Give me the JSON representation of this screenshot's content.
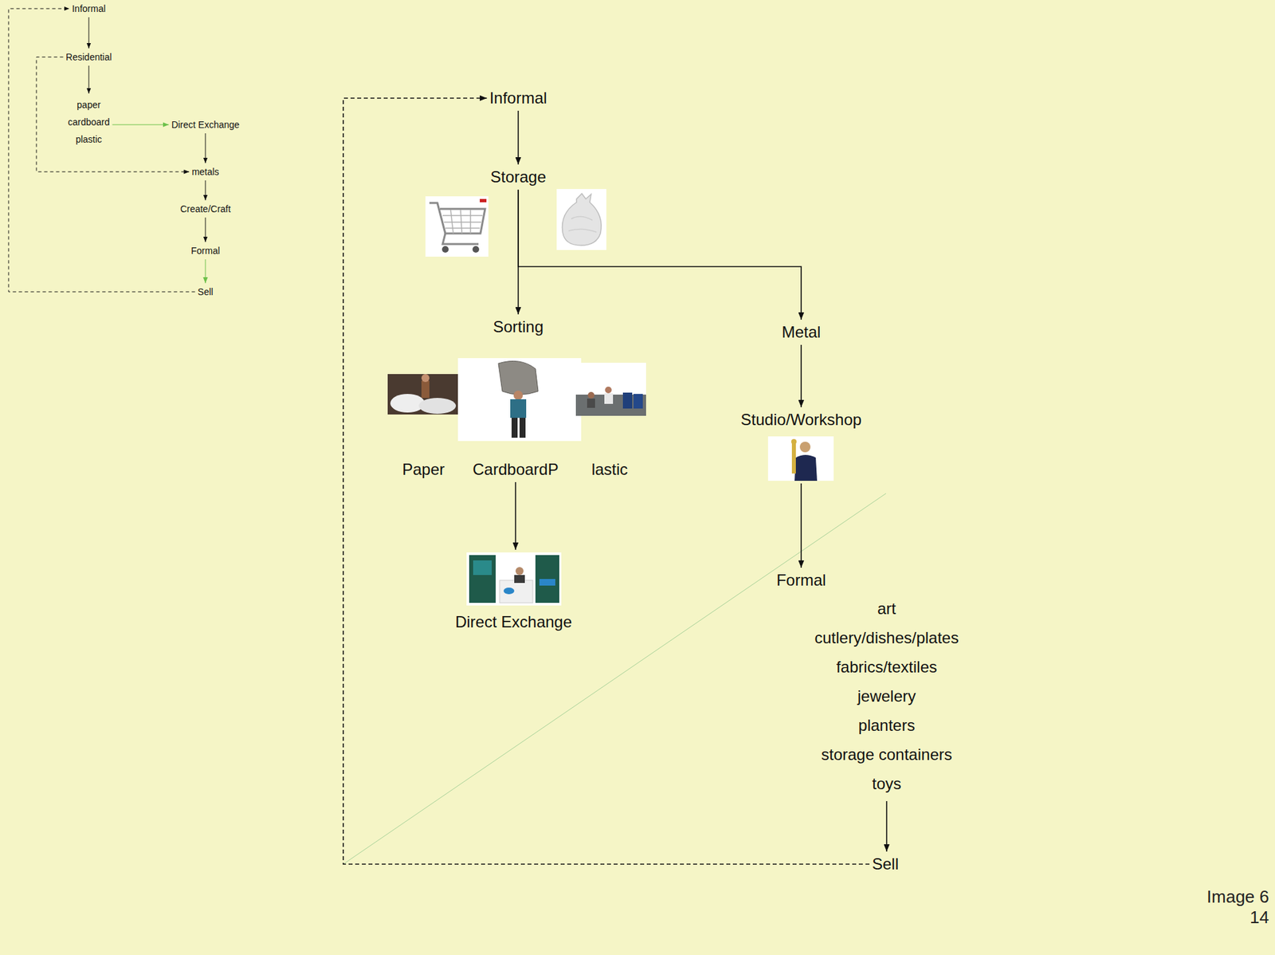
{
  "diagram": {
    "nodes": [
      {
        "text": [
          "Informal"
        ]
      },
      {
        "text": [
          "Residential"
        ]
      },
      {
        "text": [
          "paper",
          "cardboard",
          "plastic"
        ]
      },
      {
        "text": [
          "Direct Exchange"
        ]
      },
      {
        "text": [
          "metals"
        ]
      },
      {
        "text": [
          "Create/Craft"
        ]
      },
      {
        "text": [
          "Formal"
        ]
      },
      {
        "text": [
          "Sell"
        ]
      },
      {
        "text": [
          "Informal"
        ]
      },
      {
        "text": [
          "Storage"
        ]
      },
      {
        "text": [
          "Sorting"
        ]
      },
      {
        "text": [
          "Metal"
        ]
      },
      {
        "text": [
          "Paper"
        ]
      },
      {
        "text": [
          "CardboardP"
        ]
      },
      {
        "text": [
          "lastic"
        ]
      },
      {
        "text": [
          "Studio/Workshop"
        ]
      },
      {
        "text": [
          "Formal"
        ]
      },
      {
        "text": [
          "art",
          "cutlery/dishes/plates",
          "fabrics/textiles",
          "jewelery",
          "planters",
          "storage containers",
          "toys"
        ]
      },
      {
        "text": [
          "Sell"
        ]
      },
      {
        "text": [
          "Direct Exchange"
        ]
      }
    ],
    "edges": [
      {
        "from": 0,
        "to": 1,
        "arrow": "to"
      },
      {
        "from": 1,
        "to": 2,
        "arrow": "to"
      },
      {
        "from": 2,
        "to": 3,
        "arrow": "to"
      },
      {
        "from": 3,
        "to": 4,
        "arrow": "to"
      },
      {
        "from": 1,
        "to": 4,
        "arrow": "to"
      },
      {
        "from": 4,
        "to": 5,
        "arrow": "to"
      },
      {
        "from": 5,
        "to": 6,
        "arrow": "to"
      },
      {
        "from": 6,
        "to": 7,
        "arrow": "to"
      },
      {
        "from": 7,
        "to": 0,
        "arrow": "to"
      },
      {
        "from": 8,
        "to": 9,
        "arrow": "to"
      },
      {
        "from": 9,
        "to": 10,
        "arrow": "to"
      },
      {
        "from": 9,
        "to": 11,
        "arrow": "to"
      },
      {
        "from": 11,
        "to": 15,
        "arrow": "to"
      },
      {
        "from": 15,
        "to": 16,
        "arrow": "to"
      },
      {
        "from": 17,
        "to": 18,
        "arrow": "to"
      },
      {
        "from": 13,
        "to": 19,
        "arrow": "to"
      },
      {
        "from": 18,
        "to": 8,
        "arrow": "to"
      }
    ],
    "labels": [
      "Image 6",
      "14"
    ]
  }
}
